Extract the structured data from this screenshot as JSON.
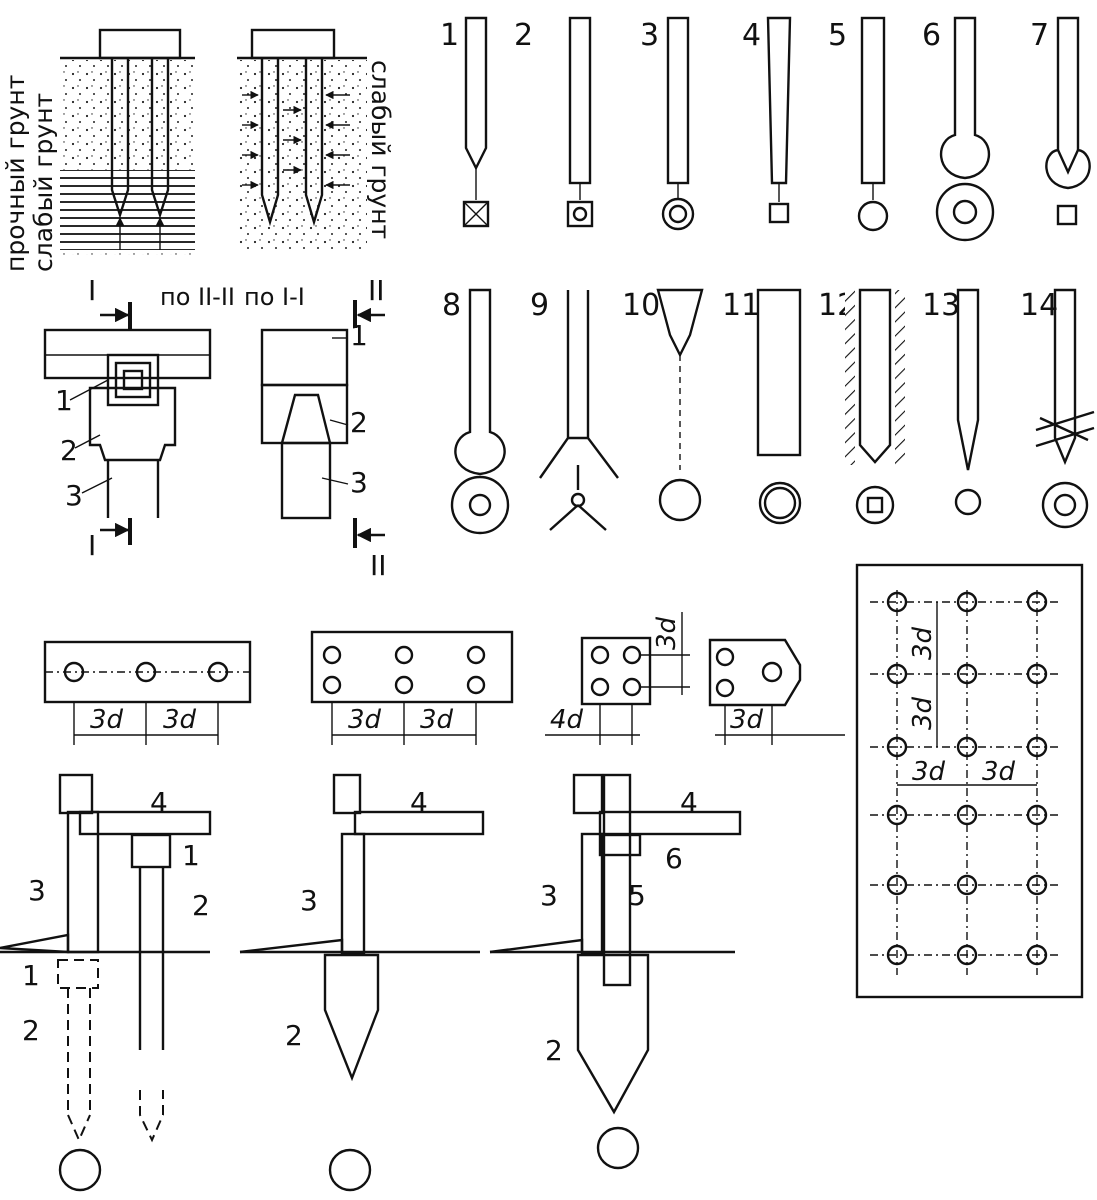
{
  "soil_labels": {
    "weak_soil_a": "слабый грунт",
    "strong_soil": "прочный грунт",
    "weak_soil_b": "слабый грунт"
  },
  "section_labels": {
    "section_ii": "по II-II",
    "section_i": "по I-I",
    "mark_i": "I",
    "mark_ii": "II"
  },
  "callouts": {
    "one": "1",
    "two": "2",
    "three": "3",
    "four": "4",
    "five": "5",
    "six": "6"
  },
  "pile_types": [
    "1",
    "2",
    "3",
    "4",
    "5",
    "6",
    "7",
    "8",
    "9",
    "10",
    "11",
    "12",
    "13",
    "14"
  ],
  "spacing": {
    "three_d": "3d",
    "four_d": "4d"
  }
}
